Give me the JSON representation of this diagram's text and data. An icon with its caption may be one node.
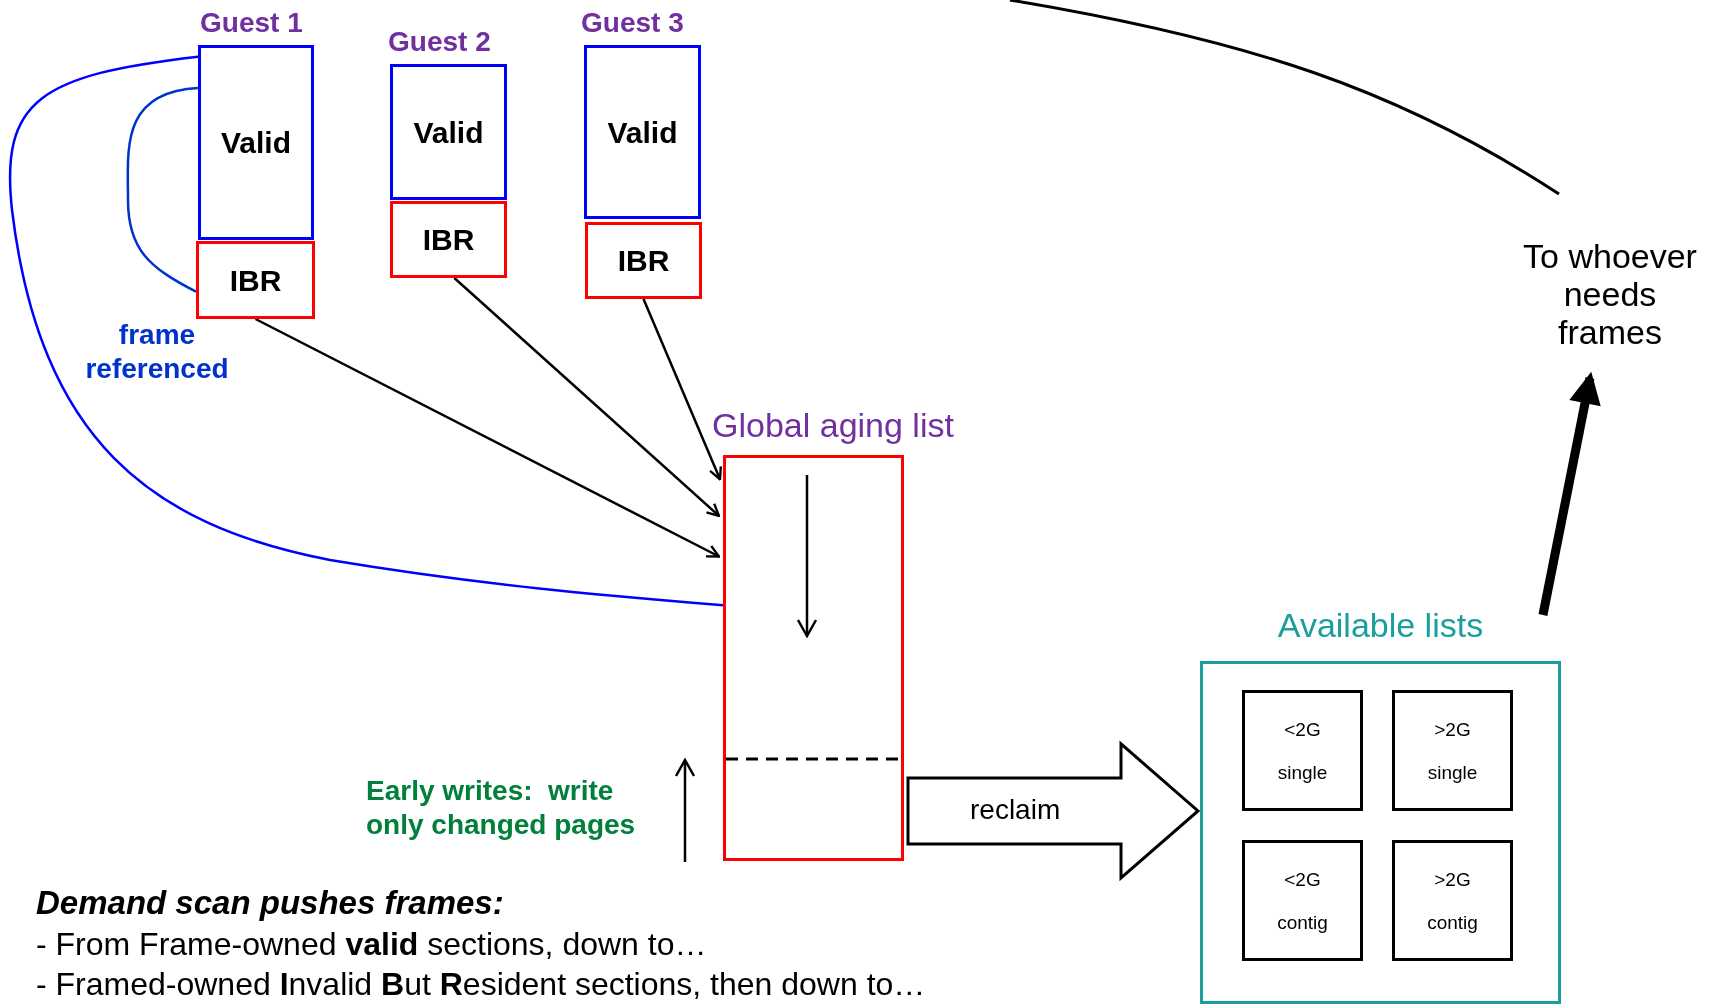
{
  "diagram": {
    "nodes": [
      {
        "text": [
          "Valid"
        ]
      },
      {
        "text": [
          "IBR"
        ]
      },
      {
        "text": [
          "Valid"
        ]
      },
      {
        "text": [
          "IBR"
        ]
      },
      {
        "text": [
          "Valid"
        ]
      },
      {
        "text": [
          "IBR"
        ]
      },
      {
        "text": [
          "Global aging list"
        ]
      },
      {
        "text": [
          "Available lists"
        ]
      },
      {
        "text": [
          "<2G",
          "single"
        ],
        "in": 7
      },
      {
        "text": [
          ">2G",
          "single"
        ],
        "in": 7
      },
      {
        "text": [
          "<2G",
          "contig"
        ],
        "in": 7
      },
      {
        "text": [
          ">2G",
          "contig"
        ],
        "in": 7
      },
      {
        "text": [
          "To whoever needs frames"
        ]
      }
    ],
    "edges": [
      {
        "from": 1,
        "to": 6,
        "arrow": "to"
      },
      {
        "from": 3,
        "to": 6,
        "arrow": "to"
      },
      {
        "from": 5,
        "to": 6,
        "arrow": "to"
      },
      {
        "from": 0,
        "to": 1,
        "arrow": "none",
        "color": "#0033cc"
      },
      {
        "from": 0,
        "to": 6,
        "arrow": "none",
        "color": "#0000ff"
      },
      {
        "from": 6,
        "to": 7,
        "arrow": "to",
        "label": "reclaim"
      },
      {
        "from": 7,
        "to": 12,
        "arrow": "to",
        "style": "thick"
      }
    ],
    "labels": [
      "Guest 1",
      "Guest 2",
      "Guest 3",
      "frame referenced",
      "Early writes:  write only changed pages",
      "Demand scan pushes frames:",
      "- From Frame-owned **valid** sections, down to…",
      "- Framed-owned **I**nvalid **B**ut **R**esident sections, then down to…"
    ]
  }
}
